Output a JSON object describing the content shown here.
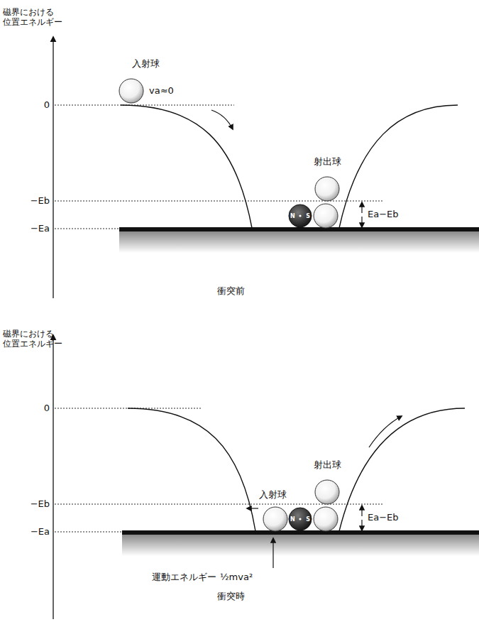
{
  "diagram": {
    "nodes": [
      {
        "text": [
          "N",
          "S"
        ]
      },
      {
        "text": [
          "N",
          "S"
        ]
      }
    ],
    "labels": [
      "磁界における 位置エネルギー",
      "入射球",
      "va≈0",
      "0",
      "射出球",
      "−Eb",
      "−Ea",
      "Ea−Eb",
      "衝突前",
      "磁界における 位置エネルギー",
      "0",
      "射出球",
      "入射球",
      "−Eb",
      "−Ea",
      "Ea−Eb",
      "運動エネルギー",
      "½mva²",
      "衝突時"
    ]
  }
}
